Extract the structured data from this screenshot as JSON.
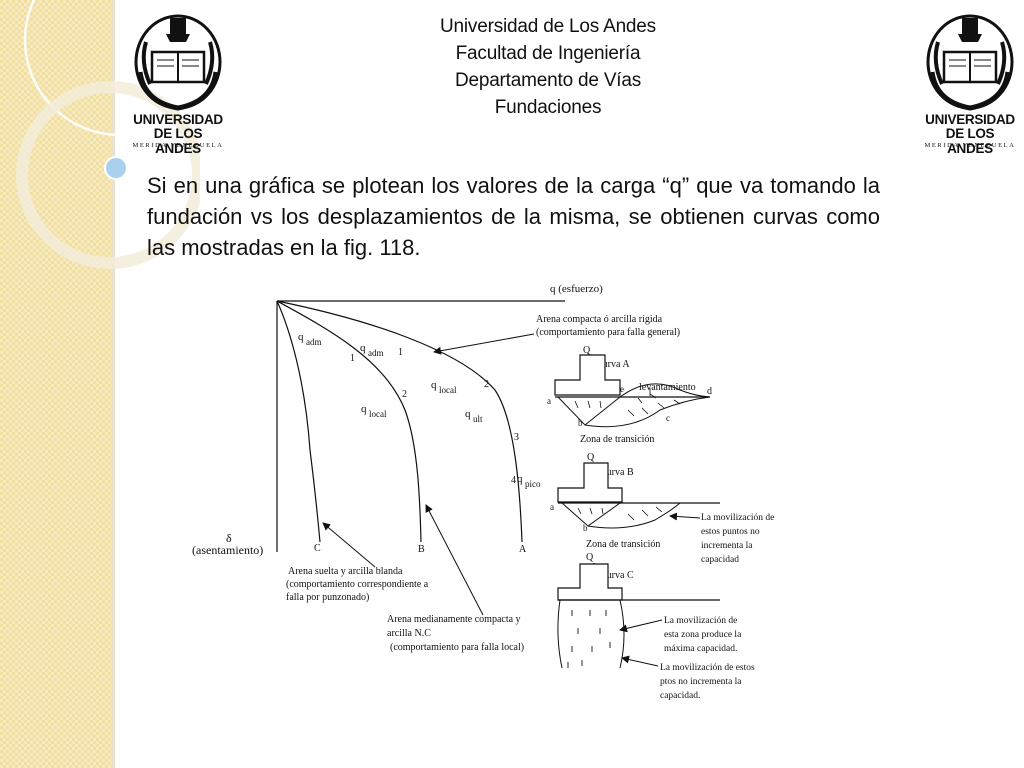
{
  "header": {
    "line1": "Universidad de Los Andes",
    "line2": "Facultad de Ingeniería",
    "line3": "Departamento de Vías",
    "line4": "Fundaciones"
  },
  "logo": {
    "name_line1": "UNIVERSIDAD",
    "name_line2": "DE LOS ANDES",
    "city": "MERIDA VENEZUELA"
  },
  "body_text": "Si en una gráfica se plotean los valores de la carga “q” que va tomando la fundación vs los desplazamientos de la misma, se obtienen curvas como las mostradas en la fig. 118.",
  "figure": {
    "axis_q": "q (esfuerzo)",
    "axis_delta_symbol": "δ",
    "axis_delta": "(asentamiento)",
    "curve_C_label": "C",
    "curve_B_label": "B",
    "curve_A_label": "A",
    "q_adm_1": "q",
    "q_adm_1_sub": "adm",
    "q_adm_2": "q",
    "q_adm_2_sub": "adm",
    "q_local_1": "q",
    "q_local_1_sub": "local",
    "q_local_2": "q",
    "q_local_2_sub": "local",
    "q_ult": "q",
    "q_ult_sub": "ult",
    "q_pico": "q",
    "q_pico_sub": "pico",
    "pt_1a": "1",
    "pt_1b": "1",
    "pt_2a": "2",
    "pt_2b": "2",
    "pt_3": "3",
    "pt_4": "4",
    "note_A_line1": "Arena compacta ó arcilla rígida",
    "note_A_line2": "(comportamiento para falla general)",
    "note_C_line1": "Arena suelta y arcilla blanda",
    "note_C_line2": "(comportamiento correspondiente a",
    "note_C_line3": "falla por punzonado)",
    "note_B_line1": "Arena medianamente compacta y",
    "note_B_line2": "arcilla N.C",
    "note_B_line3": "(comportamiento para falla local)",
    "load_Q": "Q",
    "curva_a": "Curva A",
    "curva_b": "Curva B",
    "curva_c": "Curva C",
    "levantamiento": "levantamiento",
    "pt_a": "a",
    "pt_b": "b",
    "pt_c": "c",
    "pt_d": "d",
    "pt_e": "e",
    "pt_a2": "a",
    "pt_b2": "b",
    "zona_transicion_1": "Zona de transición",
    "zona_transicion_2": "Zona de transición",
    "movB_line1": "La movilización de",
    "movB_line2": "estos puntos no",
    "movB_line3": "incrementa la",
    "movB_line4": "capacidad",
    "movC1_line1": "La movilización de",
    "movC1_line2": "esta zona produce la",
    "movC1_line3": "máxima capacidad.",
    "movC2_line1": "La movilización de estos",
    "movC2_line2": "ptos no incrementa la",
    "movC2_line3": "capacidad."
  }
}
